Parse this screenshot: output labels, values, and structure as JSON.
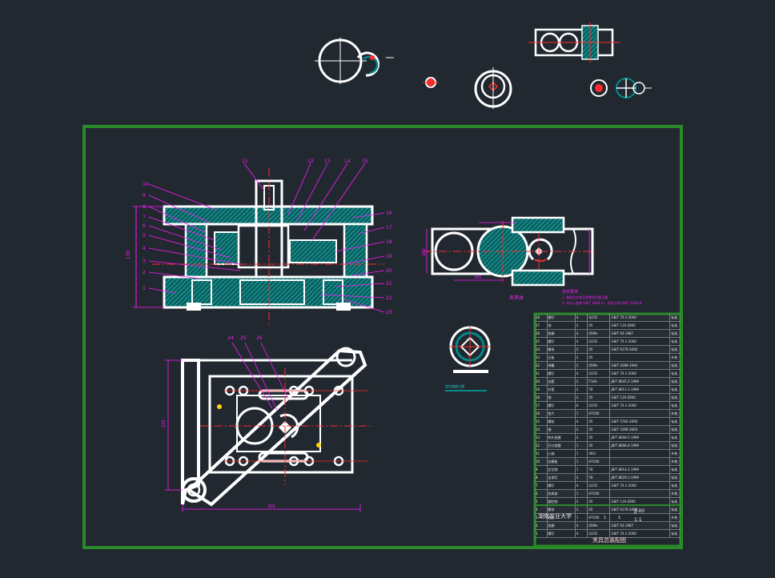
{
  "callouts": [
    "11",
    "12",
    "13",
    "14",
    "15",
    "10",
    "9",
    "8",
    "7",
    "6",
    "5",
    "4",
    "3",
    "2",
    "1",
    "16",
    "17",
    "18",
    "19",
    "20",
    "21",
    "22",
    "23",
    "24",
    "25",
    "26"
  ],
  "dimensions": {
    "front_height": "130",
    "right_height": "180",
    "right_width": "165",
    "plan_height": "220",
    "plan_width": "200"
  },
  "notes": {
    "heading": "技术要求",
    "line1": "1. 装配后应保证各零件位置正确",
    "line2": "2. 未注公差按 GB/T 1804-m，形位公差 GB/T 1184-K"
  },
  "fixture_note": "夹具体",
  "detail_caption": "定位销放大图",
  "bom": {
    "rows": [
      [
        "28",
        "螺钉",
        "4",
        "Q235",
        "GB/T 70.1-2000",
        "标准"
      ],
      [
        "27",
        "销",
        "2",
        "45",
        "GB/T 119-2000",
        "标准"
      ],
      [
        "26",
        "垫圈",
        "4",
        "65Mn",
        "GB/T 93-1987",
        "标准"
      ],
      [
        "25",
        "螺钉",
        "4",
        "Q235",
        "GB/T 70.1-2000",
        "标准"
      ],
      [
        "24",
        "螺母",
        "2",
        "45",
        "GB/T 6170-2000",
        "标准"
      ],
      [
        "23",
        "压板",
        "2",
        "45",
        "",
        "外购"
      ],
      [
        "22",
        "弹簧",
        "2",
        "65Mn",
        "GB/T 2089-1994",
        "标准"
      ],
      [
        "21",
        "螺钉",
        "4",
        "Q235",
        "GB/T 70.1-2000",
        "标准"
      ],
      [
        "20",
        "钻套",
        "2",
        "T10A",
        "JB/T 8045.2-1999",
        "标准"
      ],
      [
        "19",
        "衬套",
        "2",
        "T8",
        "JB/T 8013.1-1999",
        "标准"
      ],
      [
        "18",
        "销",
        "2",
        "45",
        "GB/T 119-2000",
        "标准"
      ],
      [
        "17",
        "螺钉",
        "6",
        "Q235",
        "GB/T 70.1-2000",
        "标准"
      ],
      [
        "16",
        "垫片",
        "1",
        "HT200",
        "",
        "外购"
      ],
      [
        "15",
        "螺栓",
        "4",
        "45",
        "GB/T 5782-2000",
        "标准"
      ],
      [
        "14",
        "键",
        "2",
        "45",
        "GB/T 1096-2003",
        "标准"
      ],
      [
        "13",
        "钩头垫圈",
        "2",
        "45",
        "JB/T 8008.5-1999",
        "标准"
      ],
      [
        "12",
        "开口垫圈",
        "1",
        "45",
        "JB/T 8008.4-1999",
        "标准"
      ],
      [
        "11",
        "心轴",
        "1",
        "40Cr",
        "",
        "外购"
      ],
      [
        "10",
        "钻模板",
        "1",
        "HT200",
        "",
        "外购"
      ],
      [
        "9",
        "定位销",
        "1",
        "T8",
        "JB/T 8014.2-1999",
        "标准"
      ],
      [
        "8",
        "支承钉",
        "3",
        "T8",
        "JB/T 8029.1-1999",
        "标准"
      ],
      [
        "7",
        "螺钉",
        "4",
        "Q235",
        "GB/T 70.1-2000",
        "标准"
      ],
      [
        "6",
        "夹具体",
        "1",
        "HT200",
        "",
        "外购"
      ],
      [
        "5",
        "圆柱销",
        "2",
        "45",
        "GB/T 119-2000",
        "标准"
      ],
      [
        "4",
        "螺母",
        "2",
        "45",
        "GB/T 6170-2000",
        "标准"
      ],
      [
        "3",
        "底座",
        "1",
        "HT200",
        "",
        "外购"
      ],
      [
        "2",
        "垫圈",
        "4",
        "65Mn",
        "GB/T 93-1987",
        "标准"
      ],
      [
        "1",
        "螺钉",
        "4",
        "Q235",
        "GB/T 70.1-2000",
        "标准"
      ]
    ]
  },
  "title_block": {
    "school": "湖南农业大学",
    "code": "JJ-00",
    "ratio": "1:1",
    "count": "1",
    "page": "1",
    "name": "夹具总装配图"
  },
  "colors": {
    "background": "#212830",
    "frame": "#2a8a2a",
    "line": "#ffffff",
    "section": "#008a8a",
    "dimension": "#ff1aff",
    "center": "#ff2a2a",
    "leader": "#ff1aff"
  }
}
